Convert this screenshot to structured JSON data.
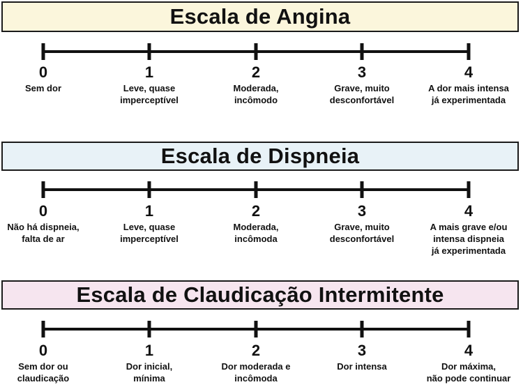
{
  "colors": {
    "angina_banner": "#fbf6dc",
    "dispneia_banner": "#e8f2f7",
    "claudicacao_banner": "#f6e5ef",
    "line": "#111111"
  },
  "scales": [
    {
      "title": "Escala de Angina",
      "levels": [
        {
          "value": "0",
          "label": "Sem dor"
        },
        {
          "value": "1",
          "label": "Leve, quase\nimperceptível"
        },
        {
          "value": "2",
          "label": "Moderada,\nincômodo"
        },
        {
          "value": "3",
          "label": "Grave, muito\ndesconfortável"
        },
        {
          "value": "4",
          "label": "A dor mais intensa\njá experimentada"
        }
      ]
    },
    {
      "title": "Escala de Dispneia",
      "levels": [
        {
          "value": "0",
          "label": "Não há dispneia,\nfalta de ar"
        },
        {
          "value": "1",
          "label": "Leve, quase\nimperceptível"
        },
        {
          "value": "2",
          "label": "Moderada,\nincômoda"
        },
        {
          "value": "3",
          "label": "Grave, muito\ndesconfortável"
        },
        {
          "value": "4",
          "label": "A mais grave e/ou\nintensa dispneia\njá experimentada"
        }
      ]
    },
    {
      "title": "Escala de Claudicação Intermitente",
      "levels": [
        {
          "value": "0",
          "label": "Sem dor ou\nclaudicação"
        },
        {
          "value": "1",
          "label": "Dor inicial,\nmínima"
        },
        {
          "value": "2",
          "label": "Dor moderada e\nincômoda"
        },
        {
          "value": "3",
          "label": "Dor intensa"
        },
        {
          "value": "4",
          "label": "Dor máxima,\nnão pode continuar"
        }
      ]
    }
  ]
}
